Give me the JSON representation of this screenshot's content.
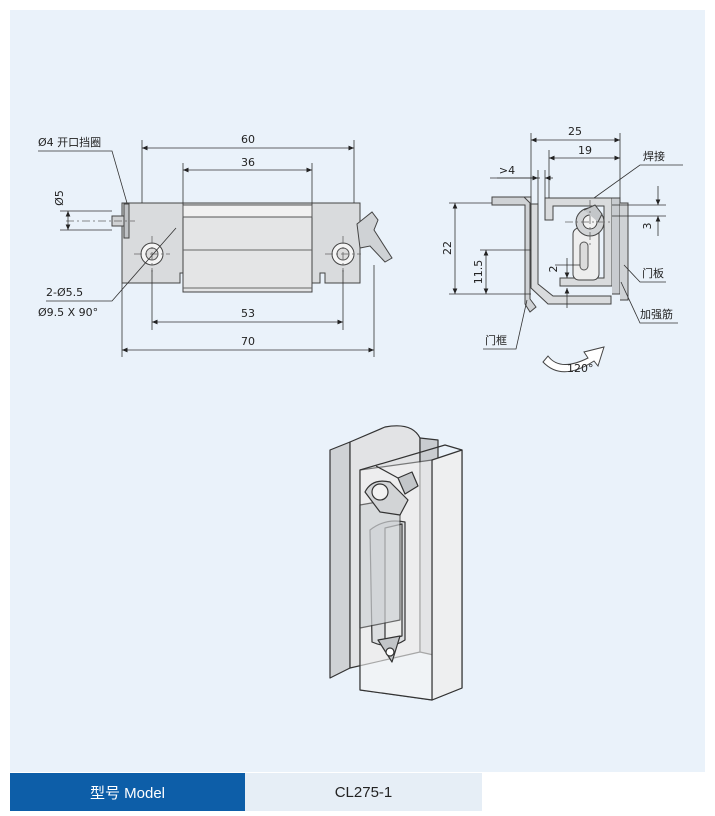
{
  "front_view": {
    "dim_60": "60",
    "dim_36": "36",
    "dim_53": "53",
    "dim_70": "70",
    "dim_d5": "Ø5",
    "label_retaining_ring": "Ø4 开口挡圈",
    "label_holes": "2-Ø5.5",
    "label_countersink": "Ø9.5 X 90°"
  },
  "side_view": {
    "dim_25": "25",
    "dim_19": "19",
    "dim_gt4": ">4",
    "dim_22": "22",
    "dim_11_5": "11.5",
    "dim_2": "2",
    "dim_3": "3",
    "label_weld": "焊接",
    "label_door_panel": "门板",
    "label_reinforcement": "加强筋",
    "label_door_frame": "门框",
    "label_angle": "120°"
  },
  "model": {
    "label": "型号 Model",
    "value": "CL275-1"
  },
  "colors": {
    "panel_bg": "#eaf2fa",
    "model_label_bg": "#0d5ea8",
    "model_value_bg": "#e6eef6"
  }
}
